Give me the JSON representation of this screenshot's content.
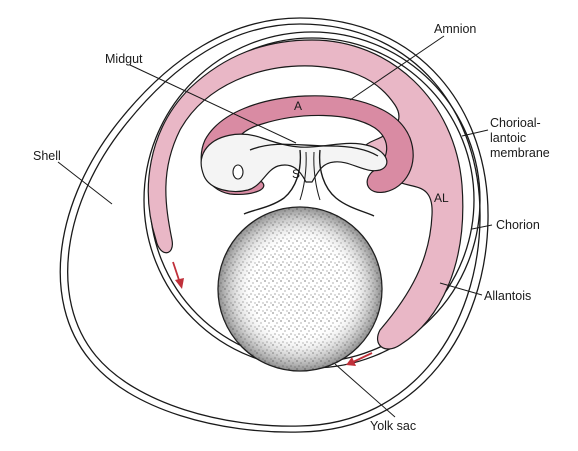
{
  "labels": {
    "amnion": "Amnion",
    "midgut": "Midgut",
    "shell": "Shell",
    "chorioallantoic_line1": "Chorioal-",
    "chorioallantoic_line2": "lantoic",
    "chorioallantoic_line3": "membrane",
    "chorion": "Chorion",
    "allantois": "Allantois",
    "yolk_sac": "Yolk sac"
  },
  "letters": {
    "amnion_cavity": "A",
    "allantois_cavity": "AL",
    "stalk": "S"
  },
  "colors": {
    "membrane_pink": "#e9b7c6",
    "inner_pink": "#d98ba3",
    "arrow_red": "#c0303a",
    "line": "#1a1a1a",
    "embryo_fill": "#f4f4f4"
  }
}
